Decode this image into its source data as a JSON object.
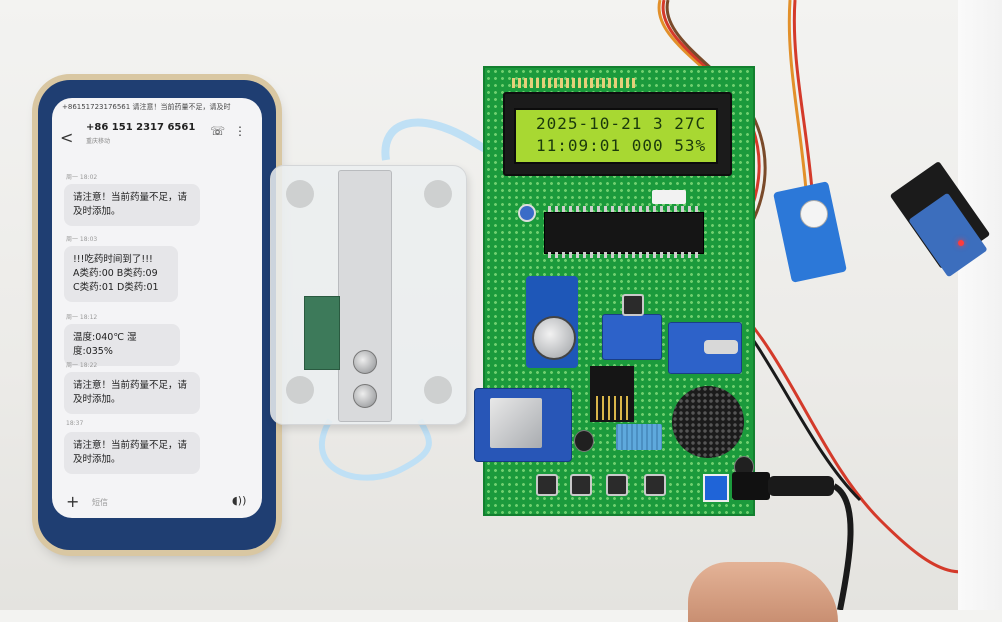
{
  "phone": {
    "status_bar": "+86151723176561 请注意！当前药量不足，请及时",
    "back_glyph": "<",
    "contact_number": "+86 151 2317 6561",
    "contact_subtitle": "重庆移动",
    "call_glyph": "☏",
    "more_glyph": "⋮",
    "messages": [
      {
        "time": "周一 18:02",
        "lines": [
          "请注意！当前药量不足，请",
          "及时添加。"
        ]
      },
      {
        "time": "周一 18:03",
        "lines": [
          "!!!吃药时间到了!!!",
          "A类药:00 B类药:09",
          "C类药:01 D类药:01"
        ]
      },
      {
        "time": "周一 18:12",
        "lines": [
          "温度:040℃ 湿度:035%"
        ]
      },
      {
        "time": "周一 18:22",
        "lines": [
          "请注意！当前药量不足，请",
          "及时添加。"
        ]
      },
      {
        "time": "18:37",
        "lines": [
          "请注意！当前药量不足，请",
          "及时添加。"
        ]
      }
    ],
    "input_plus": "+",
    "input_placeholder": "短信",
    "voice_glyph": "◖))"
  },
  "lcd": {
    "line1": "2025-10-21 3 27C",
    "line2": "11:09:01 000 53%",
    "backlight_color": "#a8d832"
  },
  "colors": {
    "pcb": "#1b9a3c",
    "phone_case": "#1f3e72",
    "servo": "#2c78d8",
    "wire_red": "#d43a2a",
    "wire_orange": "#e2902a",
    "wire_black": "#1a1a1a",
    "ribbon": "#bfe0f5"
  },
  "icons": [
    "back-arrow-icon",
    "call-icon",
    "more-icon",
    "plus-icon",
    "voice-icon"
  ]
}
